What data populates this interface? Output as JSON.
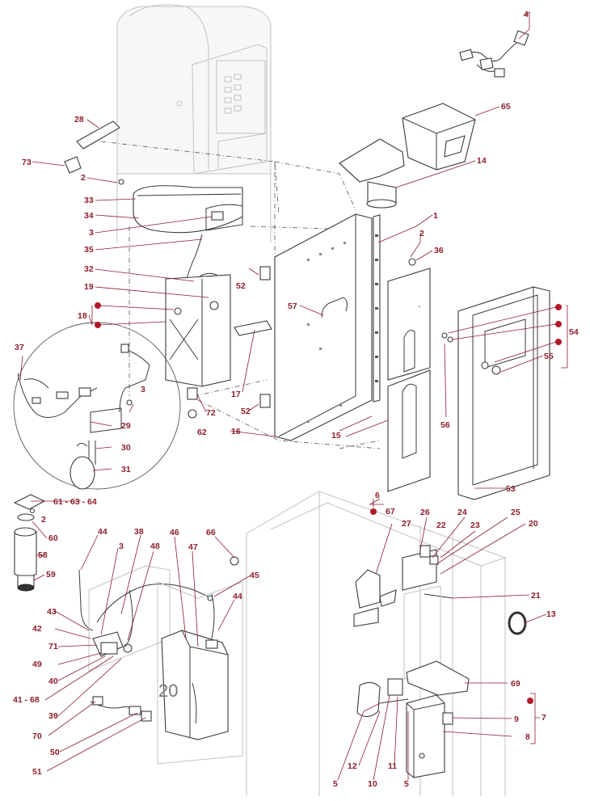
{
  "labels": {
    "l1": "1",
    "l2a": "2",
    "l2b": "2",
    "l2c": "2",
    "l3a": "3",
    "l3b": "3",
    "l3c": "3",
    "l4": "4",
    "l5a": "5",
    "l5b": "5",
    "l6": "6",
    "l7": "7",
    "l8": "8",
    "l9": "9",
    "l10": "10",
    "l11": "11",
    "l12": "12",
    "l13": "13",
    "l14": "14",
    "l15": "15",
    "l16": "16",
    "l17": "17",
    "l18": "18",
    "l19": "19",
    "l20": "20",
    "l21": "21",
    "l22": "22",
    "l23": "23",
    "l24": "24",
    "l25": "25",
    "l26": "26",
    "l27": "27",
    "l28": "28",
    "l29": "29",
    "l30": "30",
    "l31": "31",
    "l32": "32",
    "l33": "33",
    "l34": "34",
    "l35": "35",
    "l36": "36",
    "l37": "37",
    "l38": "38",
    "l39": "39",
    "l40": "40",
    "l41_68": "41 - 68",
    "l42": "42",
    "l43": "43",
    "l44a": "44",
    "l44b": "44",
    "l45": "45",
    "l46": "46",
    "l47": "47",
    "l48": "48",
    "l49": "49",
    "l50": "50",
    "l51": "51",
    "l52a": "52",
    "l52b": "52",
    "l53": "53",
    "l54": "54",
    "l55": "55",
    "l56": "56",
    "l57": "57",
    "l58": "58",
    "l59": "59",
    "l60": "60",
    "l61_63_64": "61 - 63 - 64",
    "l62": "62",
    "l65": "65",
    "l66": "66",
    "l67": "67",
    "l69": "69",
    "l70": "70",
    "l71": "71",
    "l72": "72",
    "l73": "73"
  },
  "tank_marking": "20",
  "colors": {
    "label": "#8b1f2b",
    "dot": "#b11a2a",
    "outline": "#3a3a3a",
    "ghost": "#c2c2c2"
  }
}
